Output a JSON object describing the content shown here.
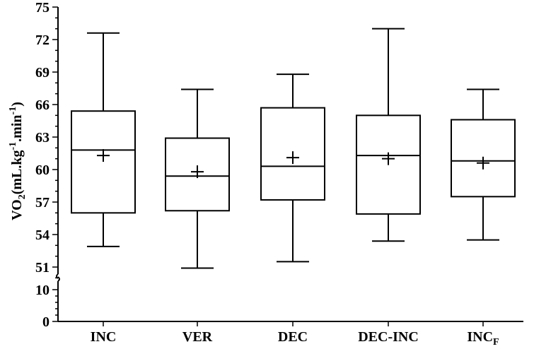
{
  "chart_data": {
    "type": "boxplot",
    "ylabel": {
      "prefix": "VO",
      "prefix_sub": "2",
      "unit_open": "(mL.kg",
      "sup1": "-1",
      "unit_mid": ".min",
      "sup2": "-1",
      "unit_close": ")"
    },
    "upper_axis": {
      "ylim": [
        51,
        75
      ],
      "ticks": [
        "51",
        "54",
        "57",
        "60",
        "63",
        "66",
        "69",
        "72",
        "75"
      ],
      "tick_values": [
        51,
        54,
        57,
        60,
        63,
        66,
        69,
        72,
        75
      ]
    },
    "lower_axis": {
      "ylim": [
        0,
        10
      ],
      "ticks": [
        "0",
        "10"
      ],
      "tick_values": [
        0,
        10
      ]
    },
    "axis_break": true,
    "categories": [
      {
        "label": "INC",
        "sub": ""
      },
      {
        "label": "VER",
        "sub": ""
      },
      {
        "label": "DEC",
        "sub": ""
      },
      {
        "label": "DEC-INC",
        "sub": ""
      },
      {
        "label": "INC",
        "sub": "F"
      }
    ],
    "series": [
      {
        "min": 52.9,
        "q1": 56.0,
        "median": 61.8,
        "q3": 65.4,
        "max": 72.6,
        "mean": 61.3
      },
      {
        "min": 50.9,
        "q1": 56.2,
        "median": 59.4,
        "q3": 62.9,
        "max": 67.4,
        "mean": 59.8
      },
      {
        "min": 51.5,
        "q1": 57.2,
        "median": 60.3,
        "q3": 65.7,
        "max": 68.8,
        "mean": 61.1
      },
      {
        "min": 53.4,
        "q1": 55.9,
        "median": 61.3,
        "q3": 65.0,
        "max": 73.0,
        "mean": 61.0
      },
      {
        "min": 53.5,
        "q1": 57.5,
        "median": 60.8,
        "q3": 64.6,
        "max": 67.4,
        "mean": 60.6
      }
    ]
  }
}
